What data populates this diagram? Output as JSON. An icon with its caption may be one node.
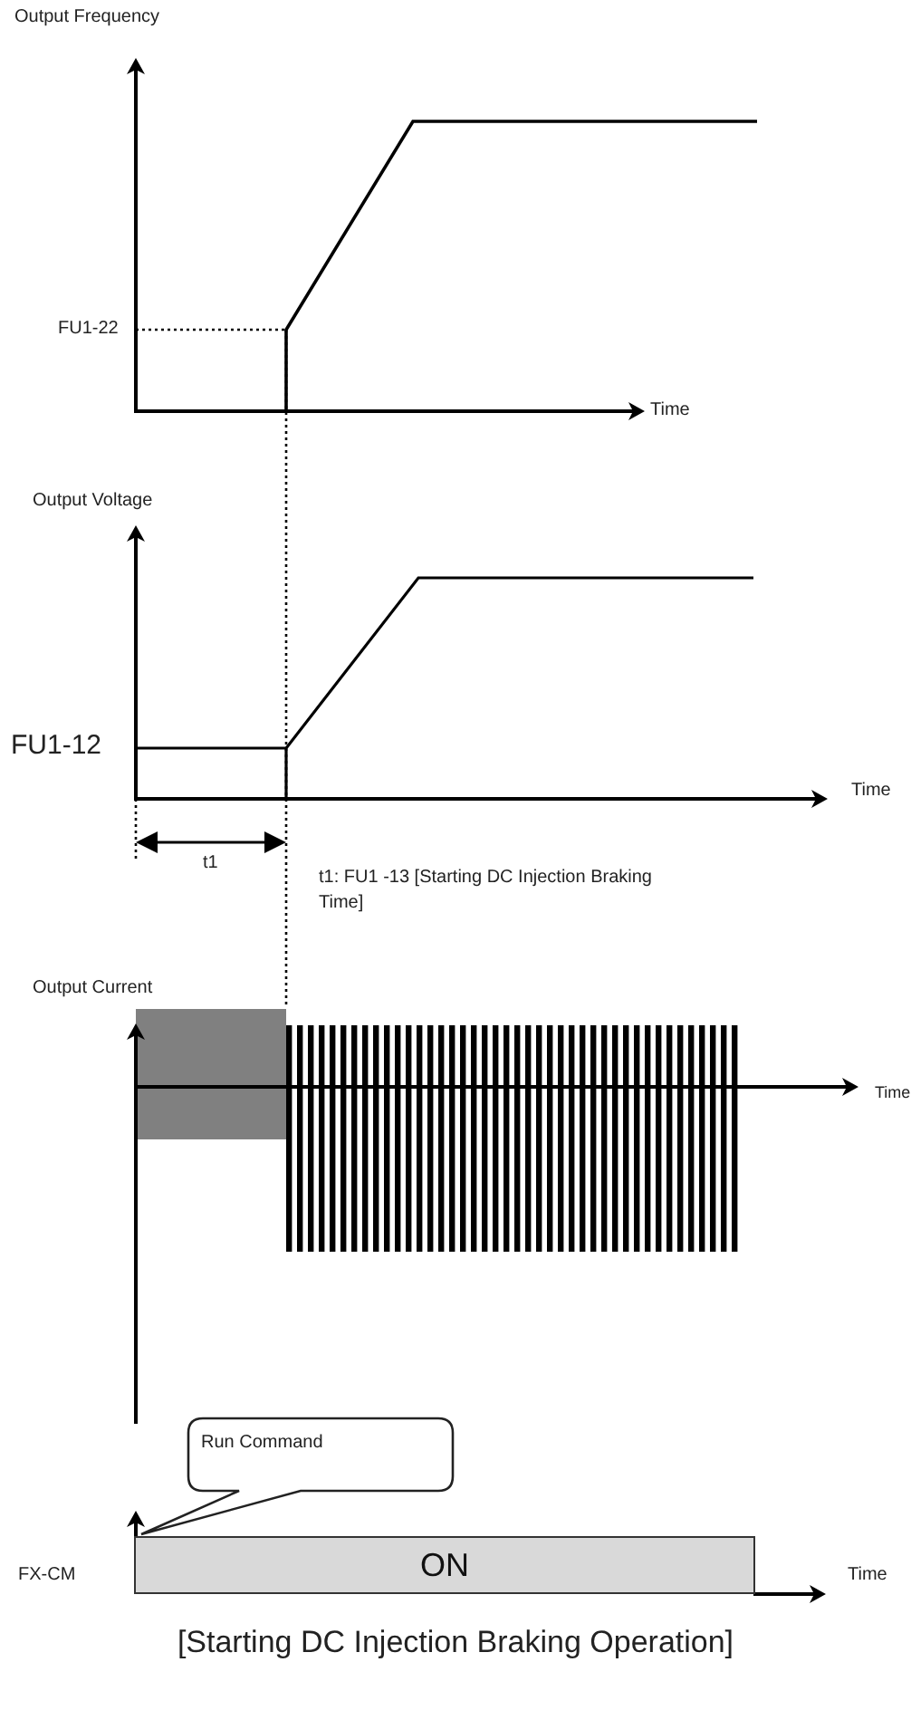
{
  "diagram": {
    "caption": "[Starting DC Injection Braking Operation]",
    "nodes": [
      {
        "text": [
          "Run Command"
        ]
      },
      {
        "text": [
          "ON"
        ]
      }
    ],
    "labels": [
      "Output Frequency",
      "FU1-22",
      "Time",
      "Output Voltage",
      "FU1-12",
      "Time",
      "t1",
      "t1: FU1 -13 [Starting DC Injection Braking Time]",
      "Output Current",
      "Time",
      "FX-CM",
      "Time"
    ]
  }
}
